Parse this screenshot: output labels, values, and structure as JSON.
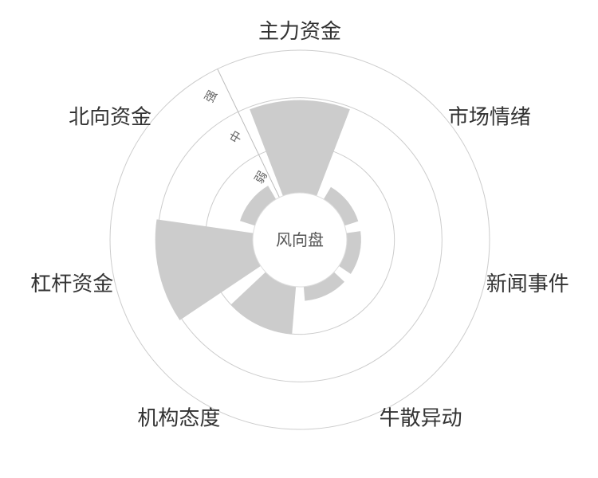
{
  "chart_data": {
    "type": "bar",
    "coordinate": "polar",
    "title": "风向盘",
    "categories": [
      "主力资金",
      "市场情绪",
      "新闻事件",
      "牛散异动",
      "机构态度",
      "杠杆资金",
      "北向资金"
    ],
    "values": [
      1.95,
      0.3,
      0.3,
      0.3,
      1.0,
      2.05,
      0.33
    ],
    "radius_levels": [
      "弱",
      "中",
      "强"
    ],
    "rlim": [
      0,
      3
    ],
    "bar_color": "#cccccc",
    "grid_color": "#cccccc"
  }
}
